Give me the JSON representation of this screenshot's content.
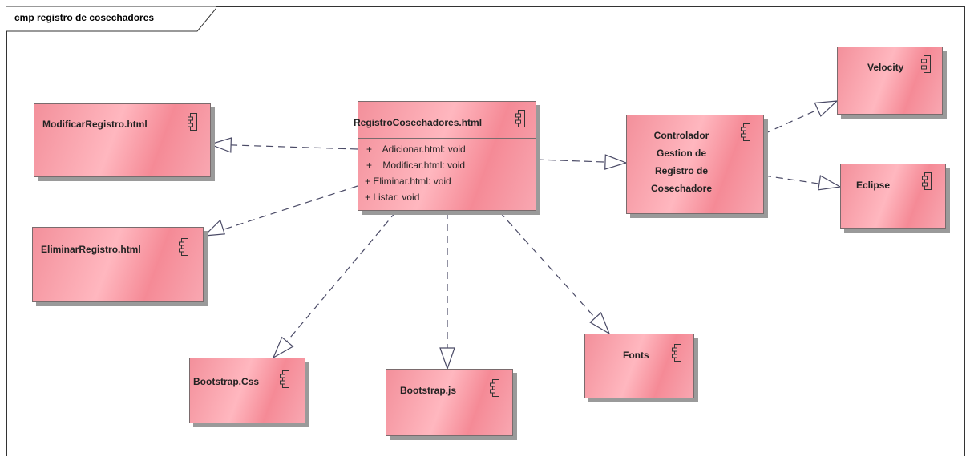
{
  "diagram": {
    "title": "cmp registro de cosechadores"
  },
  "components": {
    "registro": {
      "name": "RegistroCosechadores.html",
      "operations": [
        "+    Adicionar.html: void",
        "+    Modificar.html: void",
        "+ Eliminar.html: void",
        "+ Listar: void"
      ]
    },
    "modificar": {
      "name": "ModificarRegistro.html"
    },
    "eliminar": {
      "name": "EliminarRegistro.html"
    },
    "controlador": {
      "name_lines": [
        "Controlador",
        "Gestion de",
        "Registro de",
        "Cosechadore"
      ]
    },
    "velocity": {
      "name": "Velocity"
    },
    "eclipse": {
      "name": "Eclipse"
    },
    "bootstrap_css": {
      "name": "Bootstrap.Css"
    },
    "bootstrap_js": {
      "name": "Bootstrap.js"
    },
    "fonts": {
      "name": "Fonts"
    }
  },
  "colors": {
    "component_fill": "#f58a96",
    "component_border": "#7a6b6d",
    "connector": "#4a4a66"
  },
  "icons": {
    "component": "uml-component-icon"
  }
}
